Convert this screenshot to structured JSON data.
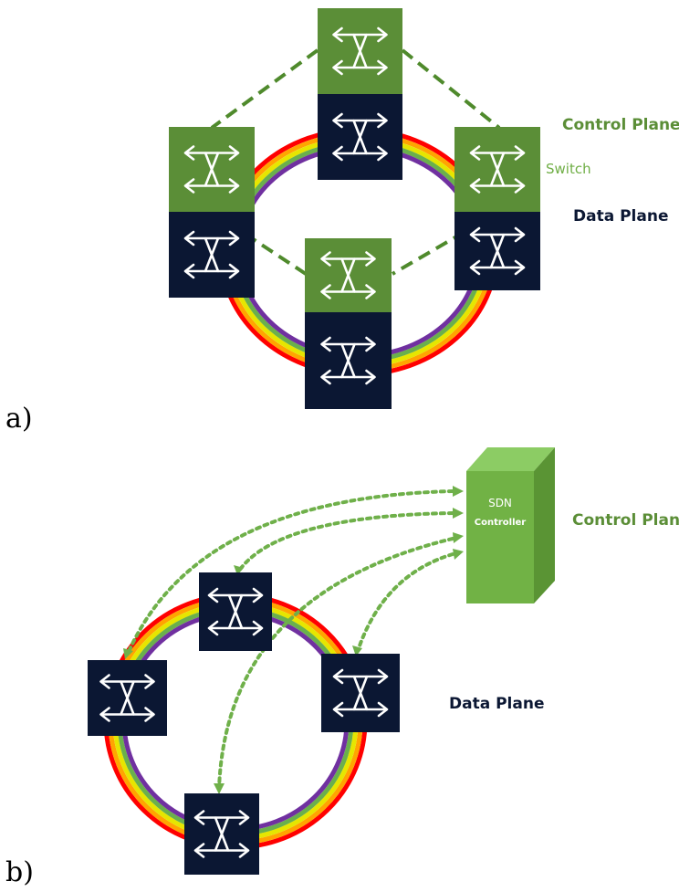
{
  "colors": {
    "green": "#5b8e37",
    "navy": "#0b1733",
    "dash_green": "#4f8a2c",
    "dot_green": "#6fb04a",
    "controller_front": "#71b245",
    "controller_side": "#5a9434",
    "controller_top": "#8ccc64",
    "ring_outer": "#ff0000",
    "ring_orange": "#ffa500",
    "ring_yellow": "#e6e600",
    "ring_green": "#6ab04c",
    "ring_purple": "#7030a0"
  },
  "icons": {
    "switch": "switch-crossed-arrows-icon"
  },
  "panel_a": {
    "label": "a)",
    "control_plane_label": "Control Plane",
    "switch_label": "Switch",
    "data_plane_label": "Data Plane"
  },
  "panel_b": {
    "label": "b)",
    "controller_line1": "SDN",
    "controller_line2": "Controller",
    "control_plane_label": "Control Plane",
    "data_plane_label": "Data Plane"
  }
}
